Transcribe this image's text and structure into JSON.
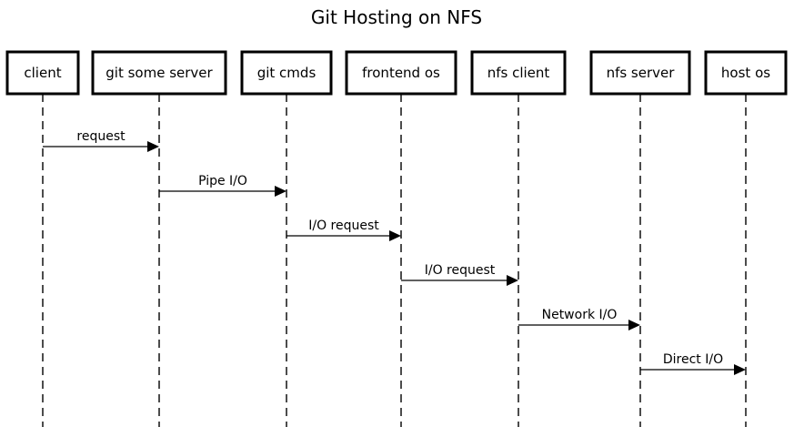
{
  "diagram": {
    "title": "Git Hosting on NFS",
    "participants": [
      {
        "id": "client",
        "label": "client"
      },
      {
        "id": "git-some-server",
        "label": "git some server"
      },
      {
        "id": "git-cmds",
        "label": "git cmds"
      },
      {
        "id": "frontend-os",
        "label": "frontend os"
      },
      {
        "id": "nfs-client",
        "label": "nfs client"
      },
      {
        "id": "nfs-server",
        "label": "nfs server"
      },
      {
        "id": "host-os",
        "label": "host os"
      }
    ],
    "messages": [
      {
        "from": 0,
        "to": 1,
        "label": "request"
      },
      {
        "from": 1,
        "to": 2,
        "label": "Pipe I/O"
      },
      {
        "from": 2,
        "to": 3,
        "label": "I/O request"
      },
      {
        "from": 3,
        "to": 4,
        "label": "I/O request"
      },
      {
        "from": 4,
        "to": 5,
        "label": "Network I/O"
      },
      {
        "from": 5,
        "to": 6,
        "label": "Direct I/O"
      }
    ]
  }
}
